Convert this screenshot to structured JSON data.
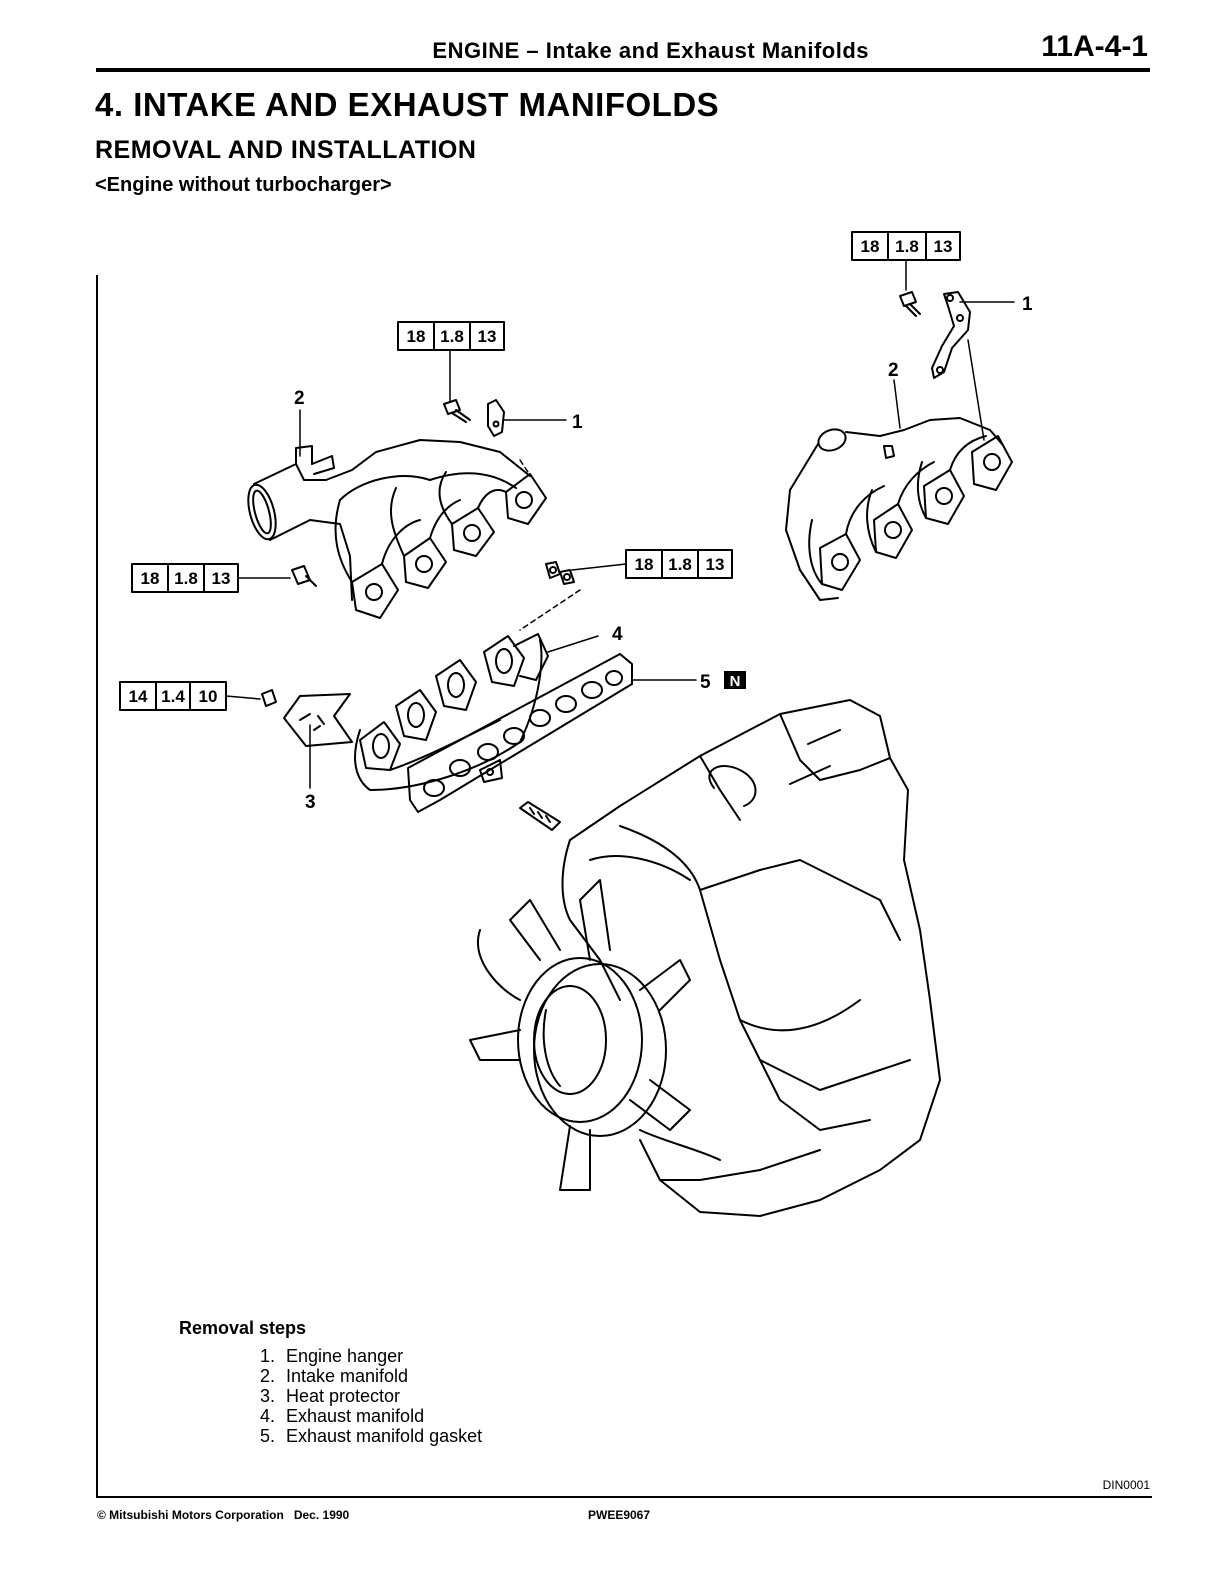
{
  "header": {
    "title": "ENGINE – Intake and Exhaust Manifolds",
    "page": "11A-4-1"
  },
  "section": {
    "title": "4. INTAKE AND EXHAUST MANIFOLDS",
    "subtitle": "REMOVAL AND INSTALLATION",
    "variant": "<Engine without turbocharger>"
  },
  "torque": {
    "a": [
      "18",
      "1.8",
      "13"
    ],
    "b": [
      "14",
      "1.4",
      "10"
    ]
  },
  "callouts": {
    "c1": "1",
    "c2": "2",
    "c3": "3",
    "c4": "4",
    "c5": "5",
    "n_mark": "N"
  },
  "removal": {
    "title": "Removal steps",
    "steps": [
      {
        "num": "1.",
        "label": "Engine hanger"
      },
      {
        "num": "2.",
        "label": "Intake manifold"
      },
      {
        "num": "3.",
        "label": "Heat protector"
      },
      {
        "num": "4.",
        "label": "Exhaust manifold"
      },
      {
        "num": "5.",
        "label": "Exhaust manifold gasket"
      }
    ]
  },
  "figure_code": "DIN0001",
  "footer": {
    "copyright": "© Mitsubishi Motors Corporation   Dec. 1990",
    "code": "PWEE9067"
  }
}
